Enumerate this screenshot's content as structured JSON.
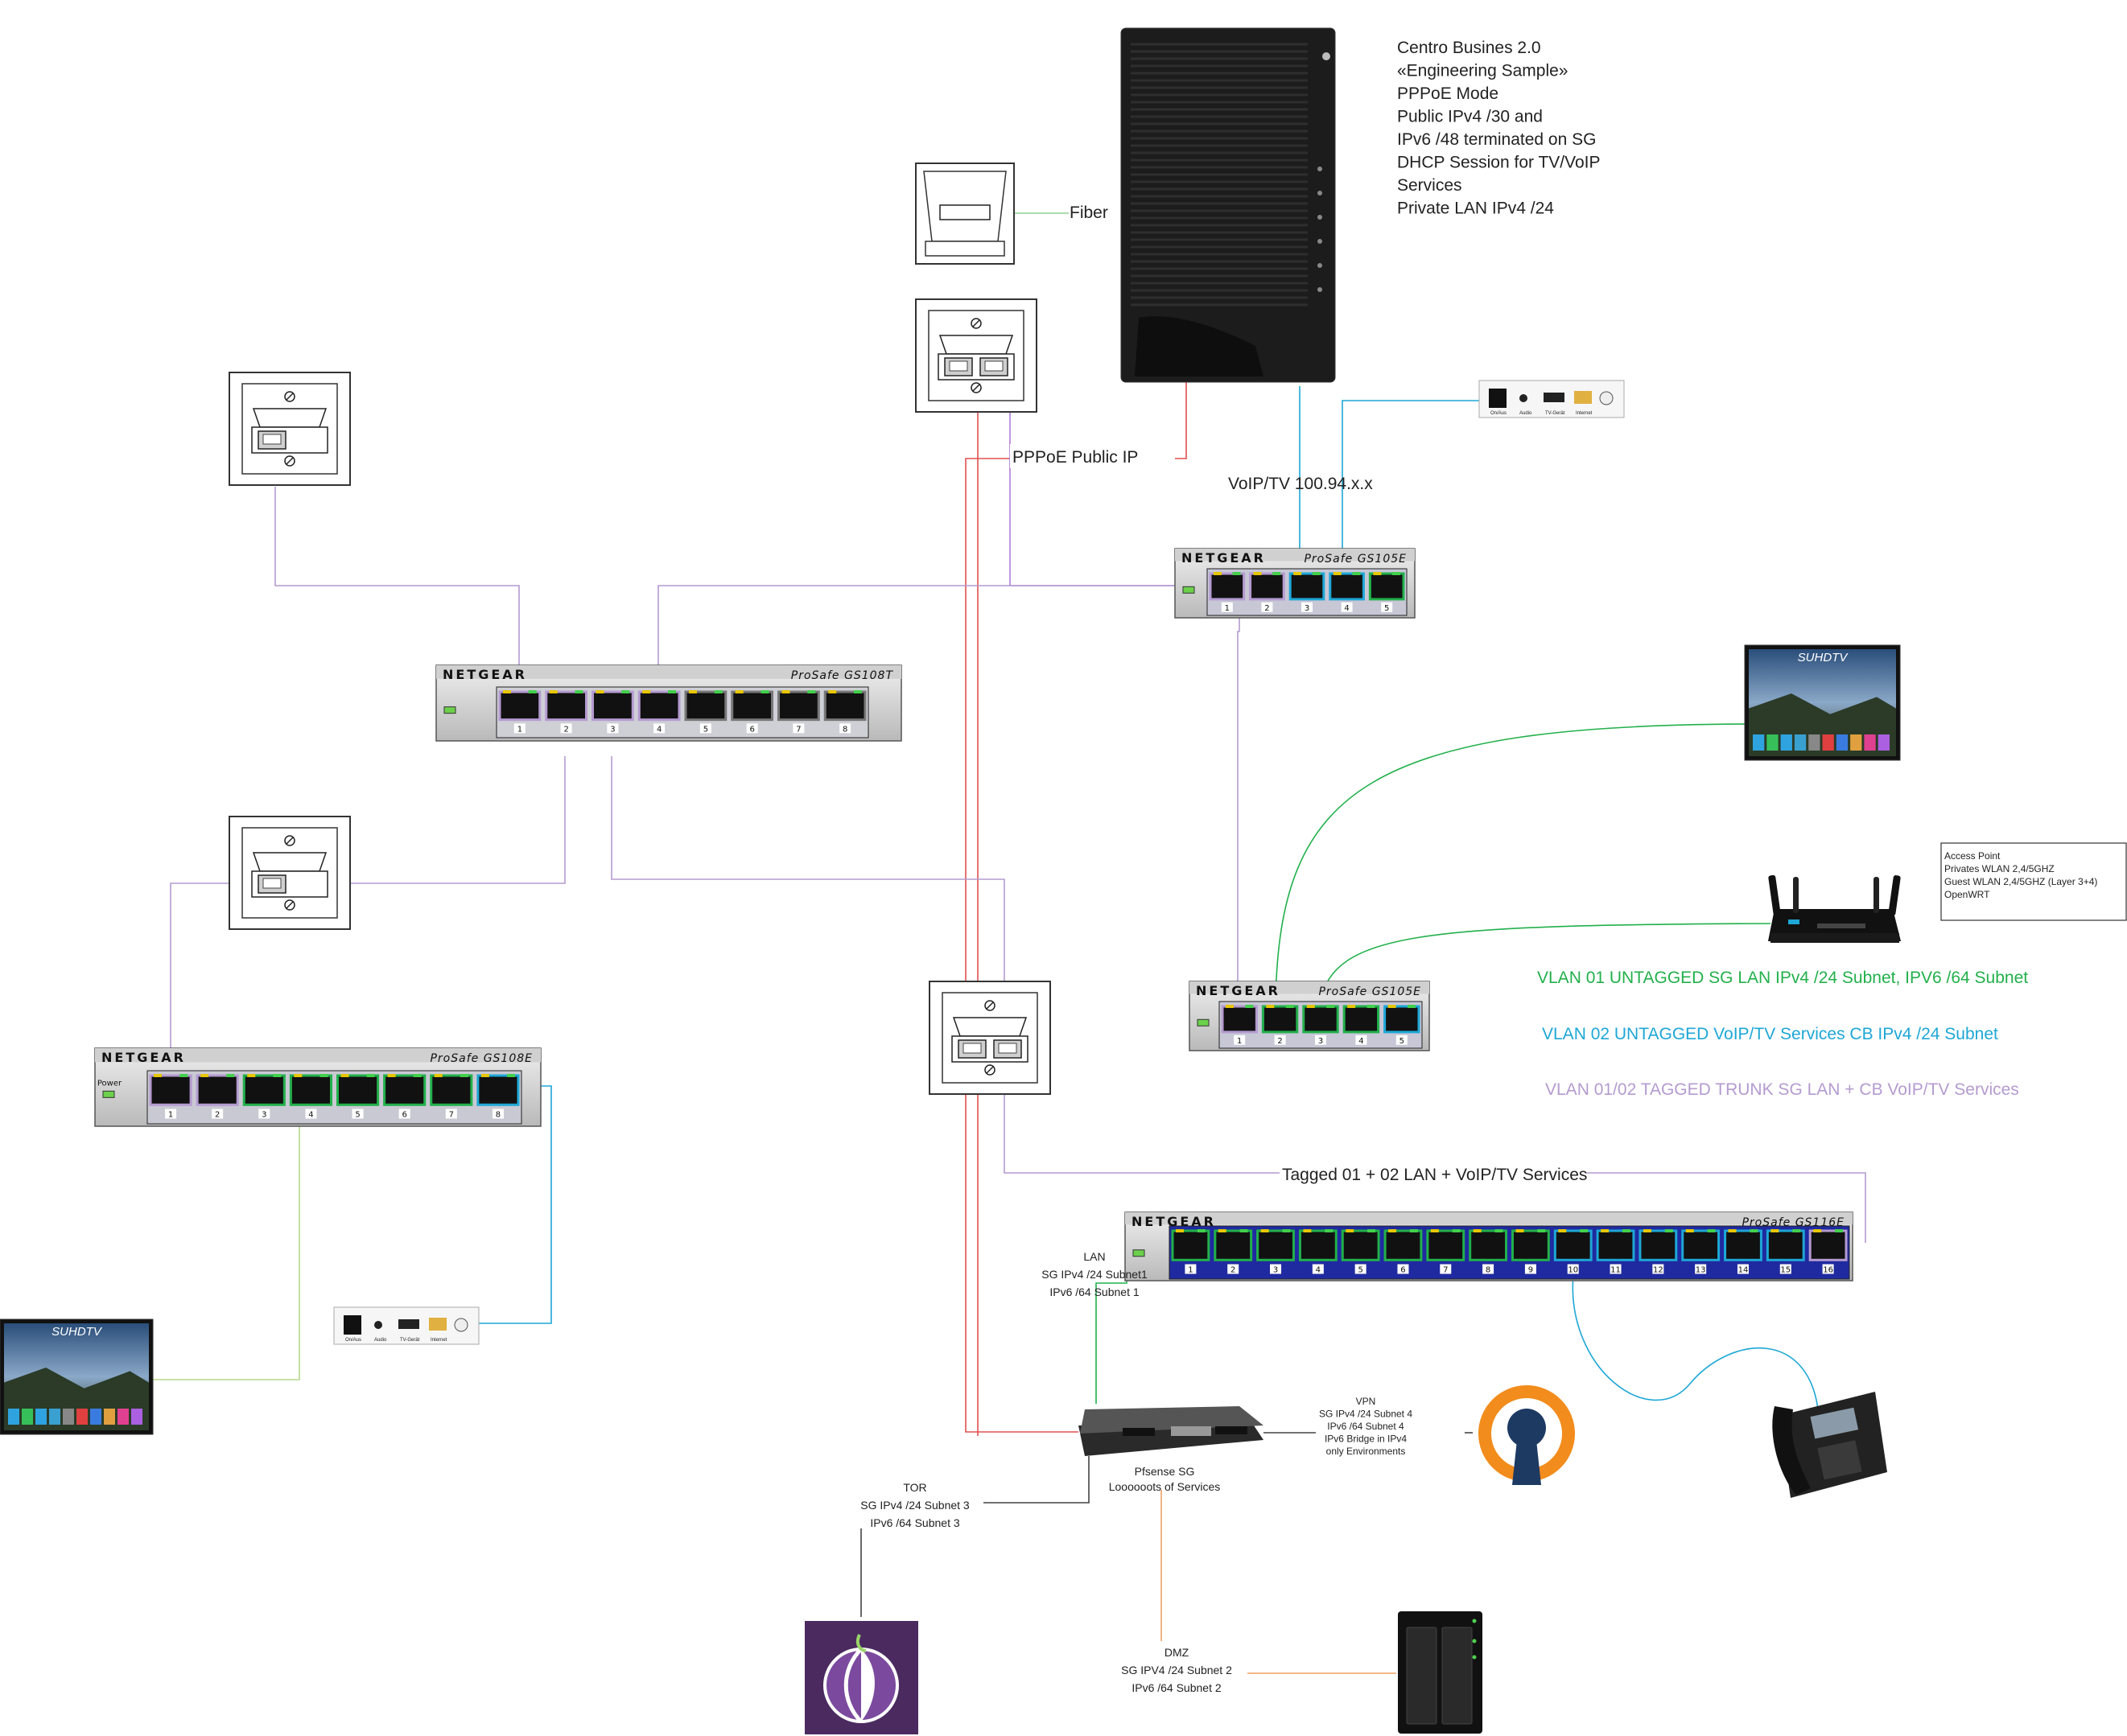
{
  "router": {
    "lines": [
      "Centro Busines 2.0",
      "«Engineering Sample»",
      "",
      "PPPoE Mode",
      "Public IPv4 /30 and",
      "IPv6 /48 terminated on SG",
      "",
      "DHCP Session for TV/VoIP",
      "Services",
      "Private LAN IPv4 /24"
    ]
  },
  "labels": {
    "fiber": "Fiber",
    "pppoe": "PPPoE Public IP",
    "voip_tv": "VoIP/TV 100.94.x.x",
    "tagged": "Tagged 01 + 02 LAN + VoIP/TV Services",
    "lan": [
      "LAN",
      "SG IPv4 /24 Subnet1",
      "IPv6 /64 Subnet 1"
    ],
    "vpn": [
      "VPN",
      "SG IPv4 /24 Subnet 4",
      "IPv6 /64 Subnet 4",
      "IPv6 Bridge in IPv4",
      "only Environments"
    ],
    "pfsense": [
      "Pfsense SG",
      "Loooooots of Services"
    ],
    "tor": [
      "TOR",
      "SG IPv4 /24 Subnet 3",
      "IPv6 /64 Subnet 3"
    ],
    "dmz": [
      "DMZ",
      "SG IPV4 /24 Subnet 2",
      "IPv6 /64 Subnet 2"
    ],
    "ap": [
      "Access Point",
      "Privates WLAN 2,4/5GHZ",
      "Guest WLAN 2,4/5GHZ (Layer 3+4)",
      "OpenWRT"
    ]
  },
  "legend": [
    {
      "text": "VLAN 01 UNTAGGED SG LAN IPv4 /24 Subnet, IPV6 /64 Subnet",
      "color": "#22b04b"
    },
    {
      "text": "VLAN 02 UNTAGGED VoIP/TV Services CB IPv4 /24 Subnet",
      "color": "#1ea7d6"
    },
    {
      "text": "VLAN 01/02 TAGGED TRUNK SG LAN + CB VoIP/TV Services",
      "color": "#b49bd0"
    }
  ],
  "switches": {
    "brand": "NETGEAR",
    "prosafe": "ProSafe",
    "gs105e": "GS105E",
    "gs108t": "GS108T",
    "gs108e": "GS108E",
    "gs116e": "GS116E",
    "power": "Power",
    "ports5": [
      "1",
      "2",
      "3",
      "4",
      "5"
    ],
    "ports8": [
      "1",
      "2",
      "3",
      "4",
      "5",
      "6",
      "7",
      "8"
    ],
    "ports16": [
      "1",
      "2",
      "3",
      "4",
      "5",
      "6",
      "7",
      "8",
      "9",
      "10",
      "11",
      "12",
      "13",
      "14",
      "15",
      "16"
    ]
  },
  "tv": {
    "brand": "SUHDTV"
  },
  "colors": {
    "vlan1": "#22b04b",
    "vlan2": "#1ea7d6",
    "trunk": "#b49bd0",
    "pppoe": "#e05050",
    "dmz": "#f0a060",
    "fiber": "#8fcf8f",
    "gray": "#808080"
  }
}
